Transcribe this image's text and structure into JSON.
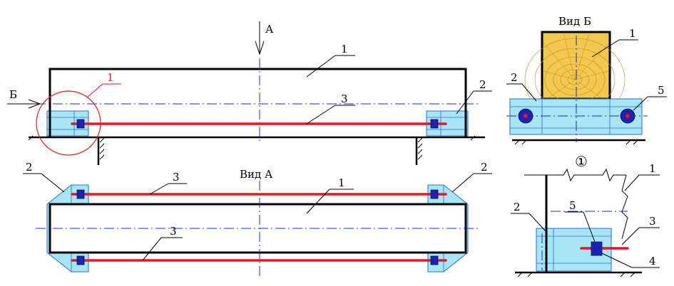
{
  "views": {
    "front": {
      "section_arrow_a": "А",
      "section_arrow_b": "Б",
      "detail_marker": "1",
      "callouts": [
        "1",
        "2",
        "3"
      ]
    },
    "view_a": {
      "title": "Вид А",
      "callouts": [
        "2",
        "2",
        "3",
        "1",
        "3"
      ]
    },
    "view_b": {
      "title": "Вид Б",
      "callouts": [
        "1",
        "2",
        "5"
      ]
    },
    "detail": {
      "marker": "①",
      "callouts": [
        "1",
        "2",
        "5",
        "3",
        "4"
      ]
    }
  },
  "colors": {
    "rod": "#e8161e",
    "block": "#a9e6f5",
    "clamp": "#1a24b0",
    "wood": "#f2c94c",
    "axis": "#1a2ad8",
    "detail_marker": "#d81e1e"
  }
}
